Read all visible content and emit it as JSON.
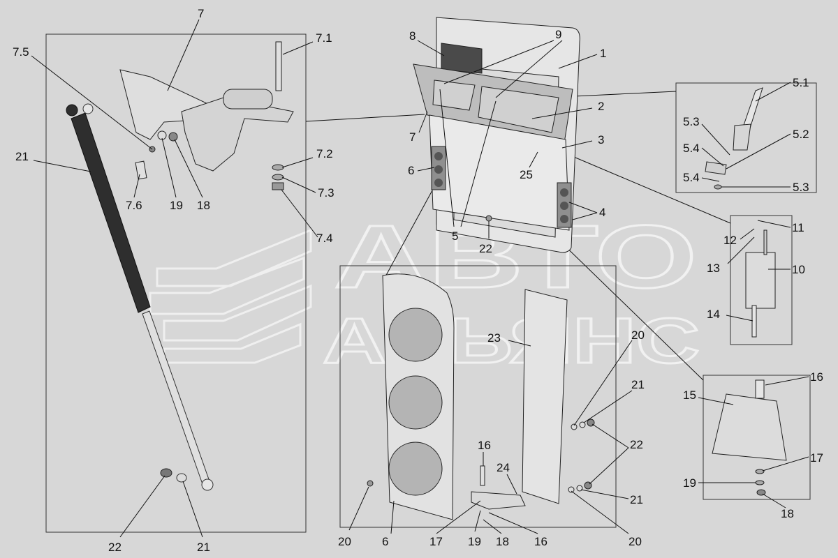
{
  "watermark": {
    "line1": "АВТО",
    "line2": "АЛЬЯНС"
  },
  "colors": {
    "background": "#d7d7d7",
    "part_light": "#e6e6e6",
    "part_mid": "#a9a9a9",
    "part_dark": "#3a3a3a",
    "watermark": "#ffffff"
  },
  "labels": {
    "l1": "1",
    "l2": "2",
    "l3": "3",
    "l4": "4",
    "l5": "5",
    "l5_1": "5.1",
    "l5_2": "5.2",
    "l5_3a": "5.3",
    "l5_3b": "5.3",
    "l5_4a": "5.4",
    "l5_4b": "5.4",
    "l6a": "6",
    "l6b": "6",
    "l7a": "7",
    "l7b": "7",
    "l7_1": "7.1",
    "l7_2": "7.2",
    "l7_3": "7.3",
    "l7_4": "7.4",
    "l7_5": "7.5",
    "l7_6": "7.6",
    "l8": "8",
    "l9": "9",
    "l10": "10",
    "l11": "11",
    "l12": "12",
    "l13": "13",
    "l14": "14",
    "l15": "15",
    "l16a": "16",
    "l16b": "16",
    "l16c": "16",
    "l17a": "17",
    "l17b": "17",
    "l18a": "18",
    "l18b": "18",
    "l18c": "18",
    "l19a": "19",
    "l19b": "19",
    "l19c": "19",
    "l20a": "20",
    "l20b": "20",
    "l20c": "20",
    "l21a": "21",
    "l21b": "21",
    "l21c": "21",
    "l21d": "21",
    "l22a": "22",
    "l22b": "22",
    "l22c": "22",
    "l23": "23",
    "l24": "24",
    "l25": "25"
  }
}
